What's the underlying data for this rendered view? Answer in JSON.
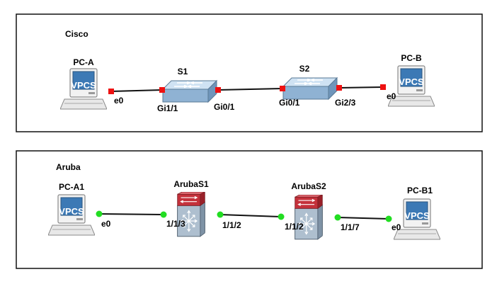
{
  "colors": {
    "link": "#111111",
    "cisco_port": "#ee1111",
    "aruba_port": "#22dd22",
    "frame": "#111111"
  },
  "cisco": {
    "title": "Cisco",
    "devices": {
      "pc_a": {
        "name": "PC-A",
        "screen_text": "VPCS",
        "icon": "vpcs-pc-icon"
      },
      "s1": {
        "name": "S1",
        "icon": "cisco-switch-icon"
      },
      "s2": {
        "name": "S2",
        "icon": "cisco-switch-icon"
      },
      "pc_b": {
        "name": "PC-B",
        "screen_text": "VPCS",
        "icon": "vpcs-pc-icon"
      }
    },
    "ports": {
      "pc_a_e0": "e0",
      "s1_left": "Gi1/1",
      "s1_right": "Gi0/1",
      "s2_left": "Gi0/1",
      "s2_right": "Gi2/3",
      "pc_b_e0": "e0"
    }
  },
  "aruba": {
    "title": "Aruba",
    "devices": {
      "pc_a1": {
        "name": "PC-A1",
        "screen_text": "VPCS",
        "icon": "vpcs-pc-icon"
      },
      "aruba_s1": {
        "name": "ArubaS1",
        "icon": "multilayer-switch-icon"
      },
      "aruba_s2": {
        "name": "ArubaS2",
        "icon": "multilayer-switch-icon"
      },
      "pc_b1": {
        "name": "PC-B1",
        "screen_text": "VPCS",
        "icon": "vpcs-pc-icon"
      }
    },
    "ports": {
      "pc_a1_e0": "e0",
      "s1_left": "1/1/3",
      "s1_right": "1/1/2",
      "s2_left": "1/1/2",
      "s2_right": "1/1/7",
      "pc_b1_e0": "e0"
    }
  }
}
